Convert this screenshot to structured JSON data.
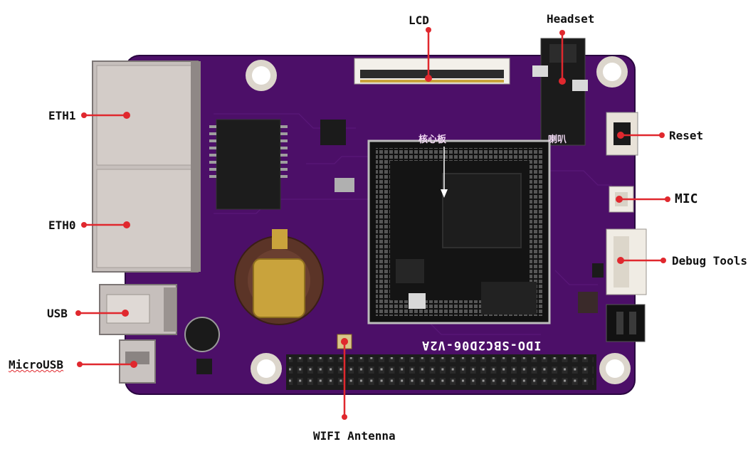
{
  "title": "",
  "colors": {
    "board": "#4c0f68",
    "board_dark": "#36094b",
    "callout": "#e0282e",
    "gold": "#c9a33c",
    "metal": "#c6bfbc",
    "white_conn": "#f0ece4"
  },
  "labels": {
    "lcd": "LCD",
    "headset": "Headset",
    "eth1": "ETH1",
    "eth0": "ETH0",
    "reset": "Reset",
    "mic": "MIC",
    "debug": "Debug Tools",
    "usb": "USB",
    "microusb": "MicroUSB",
    "wifi": "WIFI Antenna",
    "board_silk": "IDO-SBC2D06-V2A",
    "core_module": "核心板",
    "speaker": "喇叭"
  },
  "icons": [
    "ethernet-port-icon",
    "usb-port-icon",
    "micro-usb-port-icon",
    "headset-jack-icon",
    "reset-button-icon",
    "cpu-chip-icon",
    "battery-holder-icon",
    "pin-header-icon"
  ]
}
